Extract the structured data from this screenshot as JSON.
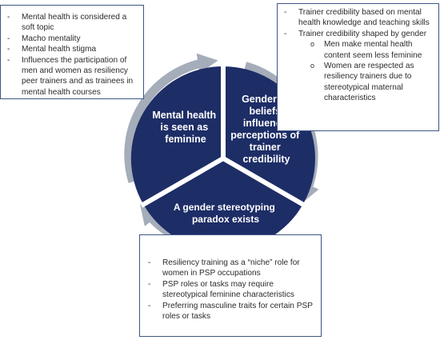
{
  "segments": [
    {
      "lines": [
        "Mental health",
        "is seen as",
        "feminine"
      ]
    },
    {
      "lines": [
        "Gendered",
        "beliefs",
        "influence",
        "perceptions of",
        "trainer",
        "credibility"
      ]
    },
    {
      "lines": [
        "A gender stereotyping",
        "paradox exists"
      ]
    }
  ],
  "left_box": {
    "items": [
      {
        "bullet": "-",
        "text": "Mental health is considered a soft topic"
      },
      {
        "bullet": "-",
        "text": "Macho mentality"
      },
      {
        "bullet": "-",
        "text": "Mental health stigma"
      },
      {
        "bullet": "-",
        "text": "Influences the participation of men and women as resiliency peer trainers and as trainees in mental health courses"
      }
    ]
  },
  "right_box": {
    "items": [
      {
        "bullet": "-",
        "text": "Trainer credibility based on mental health knowledge and teaching skills"
      },
      {
        "bullet": "-",
        "text": "Trainer credibility shaped by gender"
      },
      {
        "bullet": "o",
        "text": "Men make mental health content seem less feminine"
      },
      {
        "bullet": "o",
        "text": "Women are respected as resiliency trainers due to stereotypical maternal characteristics"
      }
    ]
  },
  "bottom_box": {
    "items": [
      {
        "bullet": "-",
        "text": "Resiliency training as a “niche” role for women in PSP occupations"
      },
      {
        "bullet": "-",
        "text": "PSP roles or tasks may require stereotypical feminine characteristics"
      },
      {
        "bullet": "-",
        "text": "Preferring masculine traits for certain PSP roles or tasks"
      }
    ]
  },
  "colors": {
    "segment_fill": "#1d2d66",
    "arrow_ring": "#a4adb9",
    "box_border": "#3f5486"
  }
}
